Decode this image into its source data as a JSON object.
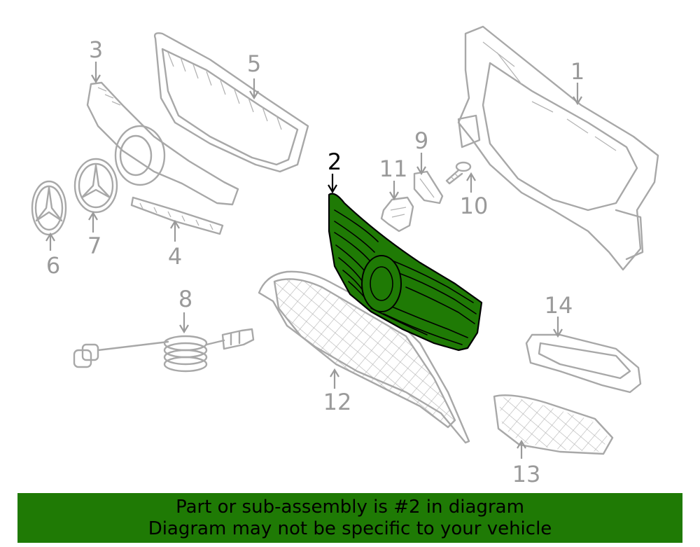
{
  "diagram": {
    "highlight_color": "#1f7a05",
    "highlighted_part": "2",
    "callouts": {
      "c1": "1",
      "c2": "2",
      "c3": "3",
      "c4": "4",
      "c5": "5",
      "c6": "6",
      "c7": "7",
      "c8": "8",
      "c9": "9",
      "c10": "10",
      "c11": "11",
      "c12": "12",
      "c13": "13",
      "c14": "14"
    }
  },
  "banner": {
    "line1": "Part or sub-assembly is #2 in diagram",
    "line2": "Diagram may not be specific to your vehicle",
    "background": "#1f7a05"
  }
}
